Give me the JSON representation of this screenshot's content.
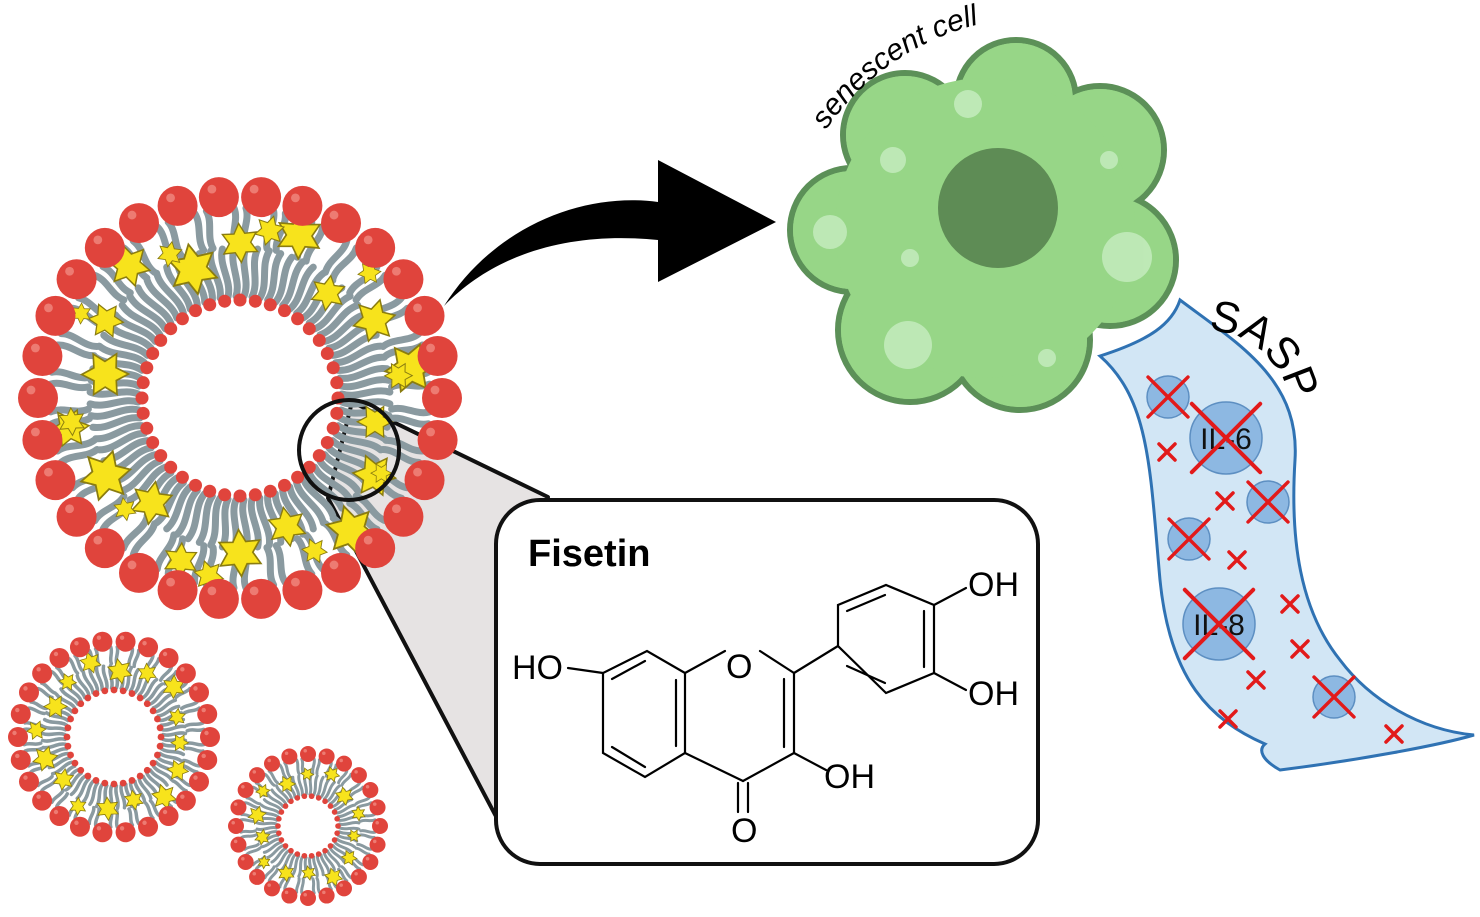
{
  "labels": {
    "cell": "senescent cell",
    "sasp": "SASP",
    "compound": "Fisetin",
    "il6": "IL-6",
    "il8": "IL-8"
  },
  "molecule": {
    "ho_left": "HO",
    "ring_o": "O",
    "oh_top": "OH",
    "oh_mid": "OH",
    "oh_bottom": "OH",
    "carbonyl_o": "O"
  },
  "colors": {
    "lipid_head": "#e0443c",
    "lipid_tail": "#8a9aa0",
    "drug_star": "#f7e31c",
    "cell_fill": "#97d687",
    "cell_border": "#5c9058",
    "nucleus": "#5e8c55",
    "sasp_fill": "#d2e6f5",
    "sasp_border": "#2f72b3",
    "cytokine": "#8db8e2",
    "cross": "#e21a1a",
    "zoom_fill": "#e6e3e3"
  }
}
